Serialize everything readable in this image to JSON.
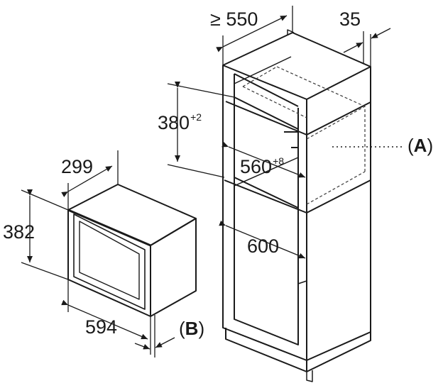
{
  "dimensions": {
    "cabinet_depth": "≥ 550",
    "cabinet_side": "35",
    "niche_height_base": "380",
    "niche_height_tol": "+2",
    "niche_width_base": "560",
    "niche_width_tol": "+8",
    "cabinet_inner_width": "600",
    "appliance_depth": "299",
    "appliance_height": "382",
    "appliance_width": "594"
  },
  "callouts": {
    "a_open": "(",
    "a_letter": "A",
    "a_close": ")",
    "b_open": "(",
    "b_letter": "B",
    "b_close": ")"
  },
  "colors": {
    "line": "#1a1a1a",
    "dashed": "#3a3a3a"
  }
}
